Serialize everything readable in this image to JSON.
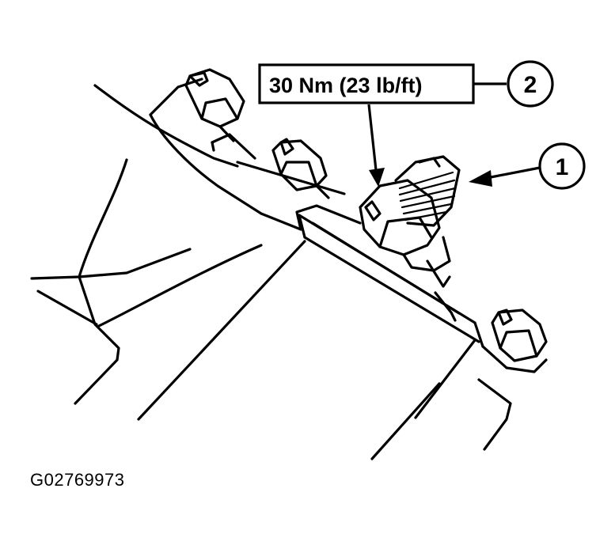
{
  "torque_label": "30 Nm (23 lb/ft)",
  "callouts": [
    {
      "number": "1"
    },
    {
      "number": "2"
    }
  ],
  "figure_id": "G02769973"
}
